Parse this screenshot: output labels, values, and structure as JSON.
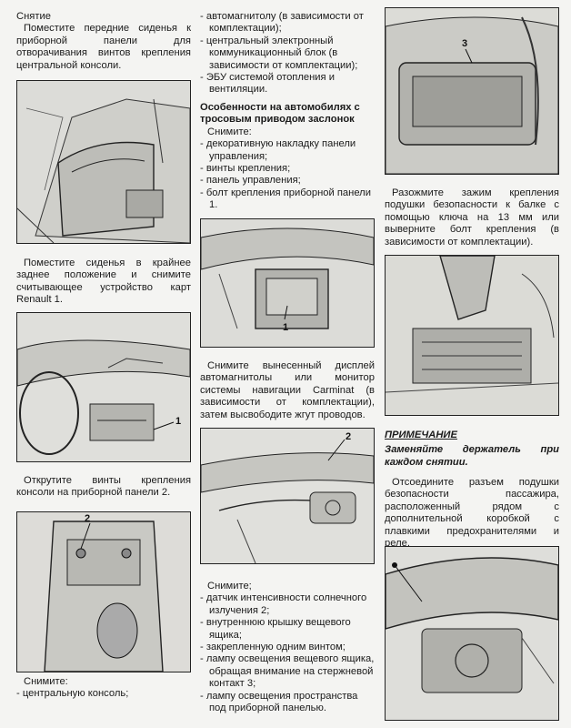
{
  "col1": {
    "heading": "Снятие",
    "p1": "Поместите передние сиденья к приборной панели для отворачивания винтов крепления центральной консоли.",
    "p2": "Поместите сиденья в крайнее заднее положение и снимите считывающее устройство карт Renault 1.",
    "fig2_callout": "1",
    "p3": "Открутите винты крепления консоли на приборной панели 2.",
    "fig3_callout": "2",
    "p4": "Снимите:",
    "p4_items": [
      "центральную консоль;"
    ]
  },
  "col2": {
    "items_top": [
      "автомагнитолу (в зависимости от комплектации);",
      "центральный электронный коммуникационный блок (в зависимости от комплектации);",
      "ЭБУ системой отопления и вентиляции."
    ],
    "subhead": "Особенности на автомобилях с тросовым приводом заслонок",
    "p_remove": "Снимите:",
    "items_cable": [
      "декоративную накладку панели управления;",
      "винты крепления;",
      "панель управления;",
      "болт крепления приборной панели 1."
    ],
    "fig1_callout": "1",
    "p_display": "Снимите вынесенный дисплей автомагнитолы или монитор системы навигации Carminat (в зависимости от комплектации), затем высвободите жгут проводов.",
    "fig2_callout": "2",
    "p_remove2": "Снимите;",
    "items_bottom": [
      "датчик интенсивности солнечного излучения 2;",
      "внутреннюю крышку вещевого ящика;",
      "закрепленную одним винтом;",
      "лампу освещения вещевого ящика, обращая внимание на стержневой контакт 3;",
      "лампу освещения пространства под приборной панелью."
    ]
  },
  "col3": {
    "fig1_callout": "3",
    "p1": "Разожмите зажим крепления подушки безопасности к балке с помощью ключа на 13 мм или выверните болт крепления (в зависимости от комплектации).",
    "note_title": "ПРИМЕЧАНИЕ",
    "note_text": "Заменяйте держатель при каждом снятии.",
    "p2": "Отсоедините разъем подушки безопасности пассажира, расположенный рядом с дополнительной коробкой с плавкими предохранителями и реле."
  }
}
